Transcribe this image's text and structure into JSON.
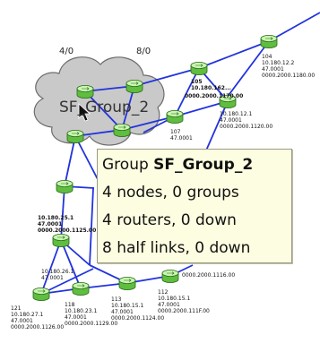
{
  "map": {
    "group_label": "SF_Group_2",
    "interface_labels": [
      "4/0",
      "8/0"
    ],
    "nodes": [
      {
        "id": "104",
        "lines": [
          "104",
          "10.180.12.2",
          "47.0001",
          "0000.2000.1180.00"
        ]
      },
      {
        "id": "105",
        "lines": [
          "105",
          "10.180.162..."
        ]
      },
      {
        "id": "1ff",
        "lines": [
          "0000.2000.1170.00"
        ]
      },
      {
        "id": "107",
        "lines": [
          "107",
          "47.0001"
        ]
      },
      {
        "id": "n1",
        "lines": [
          "10.180.12.1",
          "47.0001",
          "0000.2000.1120.00"
        ]
      },
      {
        "id": "n2",
        "lines": [
          "10.180.25.1",
          "47.0001",
          "0000.2000.1125.00"
        ]
      },
      {
        "id": "n3",
        "lines": [
          "10.180.26.1",
          "47.0001"
        ]
      },
      {
        "id": "121",
        "lines": [
          "121",
          "10.180.27.1",
          "47.0001",
          "0000.2000.1126.00"
        ]
      },
      {
        "id": "118",
        "lines": [
          "118",
          "10.180.23.1",
          "47.0001",
          "0000.2000.1129.00"
        ]
      },
      {
        "id": "113",
        "lines": [
          "113",
          "10.180.15.1",
          "47.0001",
          "0000.2000.1124.00"
        ]
      },
      {
        "id": "112",
        "lines": [
          "112",
          "10.180.15.1",
          "47.0001",
          "0000.2000.111F.00"
        ]
      },
      {
        "id": "n4",
        "lines": [
          "0000.2000.1116.00"
        ]
      }
    ]
  },
  "tooltip": {
    "prefix": "Group ",
    "group_name": "SF_Group_2",
    "lines": [
      "4 nodes, 0 groups",
      "4 routers, 0 down",
      "8 half links, 0 down"
    ]
  },
  "colors": {
    "link": "#2233dd",
    "router_fill": "#7cdc5c",
    "router_top": "#c8f5b0",
    "cloud_fill": "#c8c8c8",
    "cloud_stroke": "#6c6c6c",
    "tooltip_bg": "#fdfde1"
  }
}
